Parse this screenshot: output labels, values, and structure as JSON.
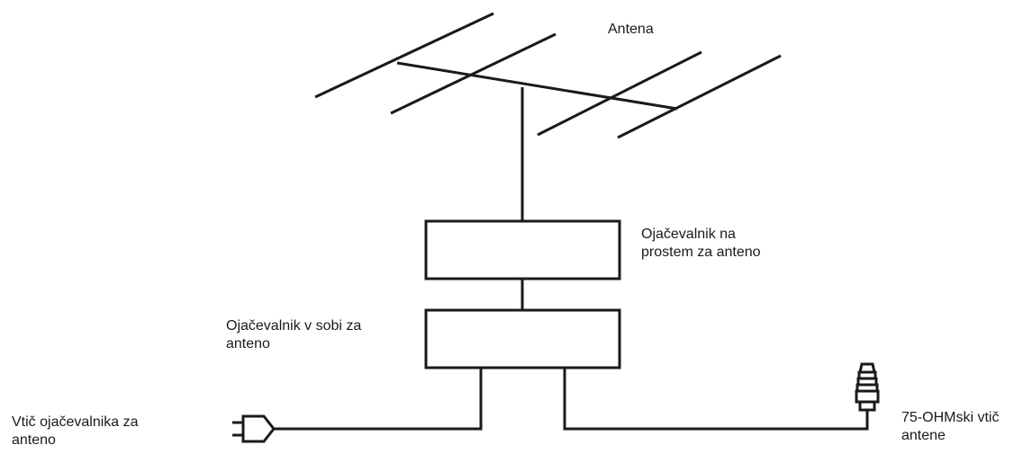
{
  "labels": {
    "antenna": "Antena",
    "outdoor_amplifier": {
      "line1": "Ojačevalnik na",
      "line2": "prostem za anteno"
    },
    "indoor_amplifier": {
      "line1": "Ojačevalnik v sobi za",
      "line2": "anteno"
    },
    "power_plug": {
      "line1": "Vtič ojačevalnika za",
      "line2": "anteno"
    },
    "antenna_plug": {
      "line1": "75-OHMski vtič",
      "line2": "antene"
    }
  },
  "colors": {
    "stroke": "#1a1a1a",
    "background": "#ffffff"
  },
  "icons": {
    "antenna": "yagi-antenna-icon",
    "power_plug": "power-plug-icon",
    "antenna_plug": "coax-plug-icon"
  }
}
